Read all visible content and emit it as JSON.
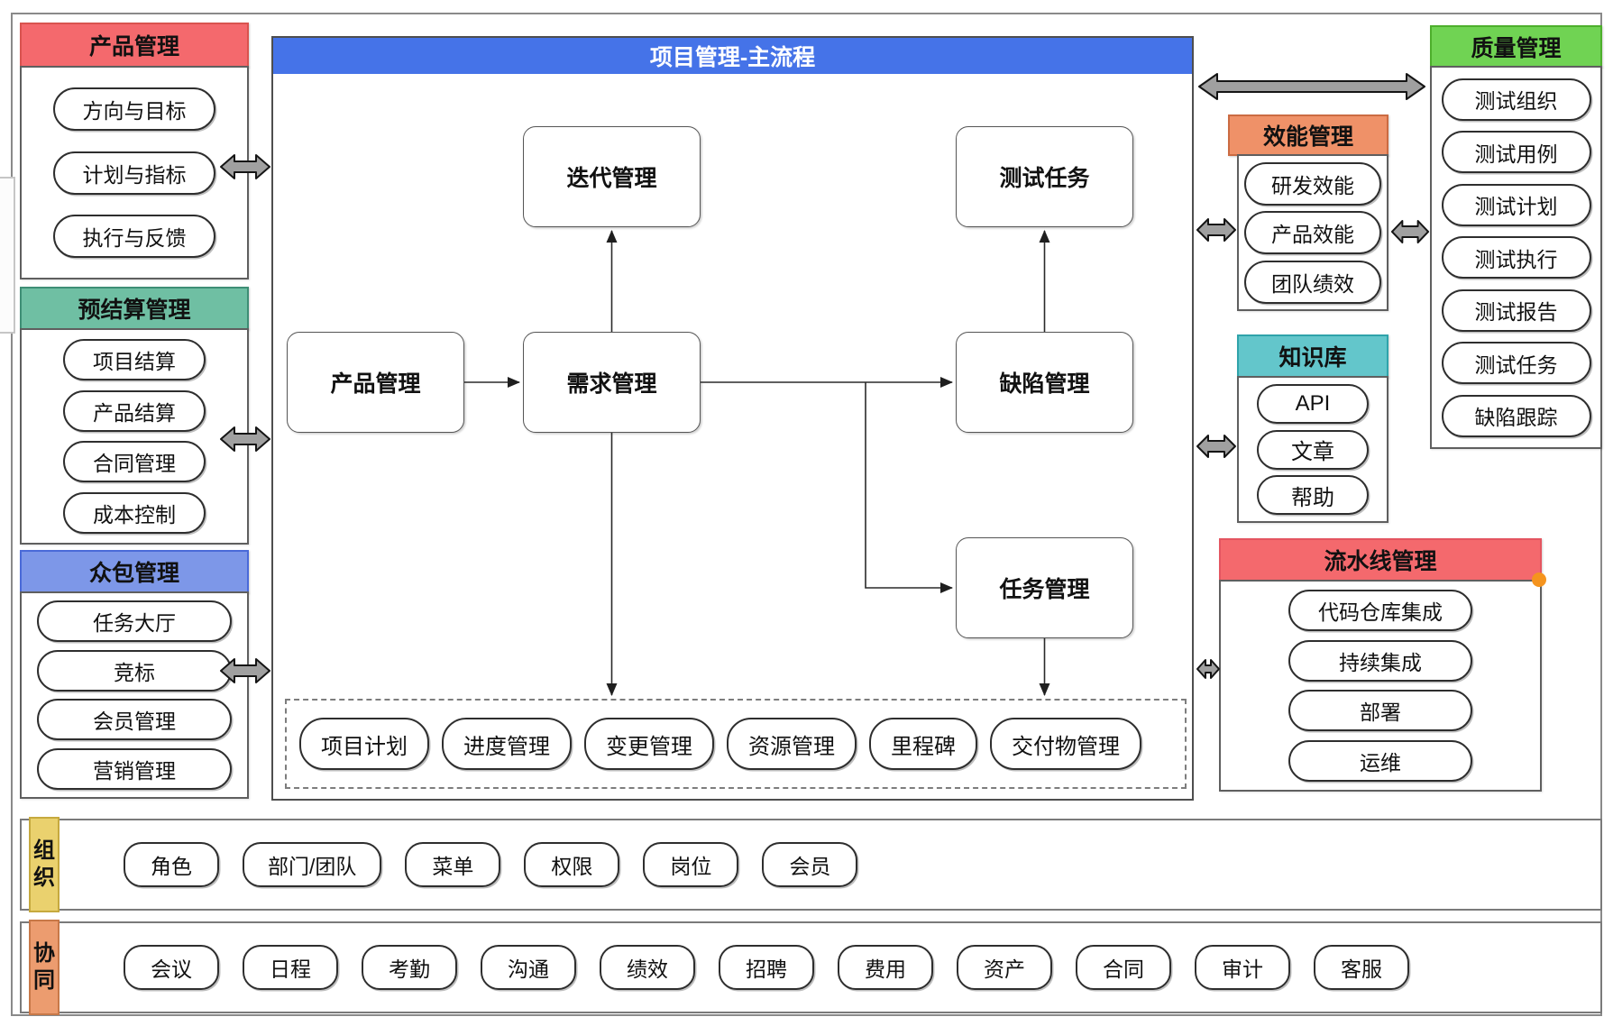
{
  "main": {
    "title": "项目管理-主流程",
    "nodes": {
      "iteration": "迭代管理",
      "test_task": "测试任务",
      "product": "产品管理",
      "requirement": "需求管理",
      "defect": "缺陷管理",
      "task": "任务管理"
    },
    "dashed_items": [
      "项目计划",
      "进度管理",
      "变更管理",
      "资源管理",
      "里程碑",
      "交付物管理"
    ]
  },
  "panels": {
    "product": {
      "title": "产品管理",
      "items": [
        "方向与目标",
        "计划与指标",
        "执行与反馈"
      ]
    },
    "budget": {
      "title": "预结算管理",
      "items": [
        "项目结算",
        "产品结算",
        "合同管理",
        "成本控制"
      ]
    },
    "crowd": {
      "title": "众包管理",
      "items": [
        "任务大厅",
        "竞标",
        "会员管理",
        "营销管理"
      ]
    },
    "perf": {
      "title": "效能管理",
      "items": [
        "研发效能",
        "产品效能",
        "团队绩效"
      ]
    },
    "kb": {
      "title": "知识库",
      "items": [
        "API",
        "文章",
        "帮助"
      ]
    },
    "quality": {
      "title": "质量管理",
      "items": [
        "测试组织",
        "测试用例",
        "测试计划",
        "测试执行",
        "测试报告",
        "测试任务",
        "缺陷跟踪"
      ]
    },
    "pipeline": {
      "title": "流水线管理",
      "items": [
        "代码仓库集成",
        "持续集成",
        "部署",
        "运维"
      ]
    }
  },
  "rows": {
    "org": {
      "label": "组织",
      "items": [
        "角色",
        "部门/团队",
        "菜单",
        "权限",
        "岗位",
        "会员"
      ]
    },
    "collab": {
      "label": "协同",
      "items": [
        "会议",
        "日程",
        "考勤",
        "沟通",
        "绩效",
        "招聘",
        "费用",
        "资产",
        "合同",
        "审计",
        "客服"
      ]
    }
  },
  "colors": {
    "header_product_red": "#f4696d",
    "header_budget_green": "#6fbfa3",
    "header_crowd_blue": "#7d97e8",
    "header_main_blue": "#4573e8",
    "header_perf_orange": "#ef9168",
    "header_kb_teal": "#63c6cb",
    "header_quality_green": "#70d353",
    "header_pipeline_red": "#f4696d",
    "label_org_yellow": "#ead16e",
    "label_collab_orange": "#ec9c6f",
    "pipeline_dot_orange": "#f5941e",
    "arrow_gray": "#a0a0a0"
  }
}
